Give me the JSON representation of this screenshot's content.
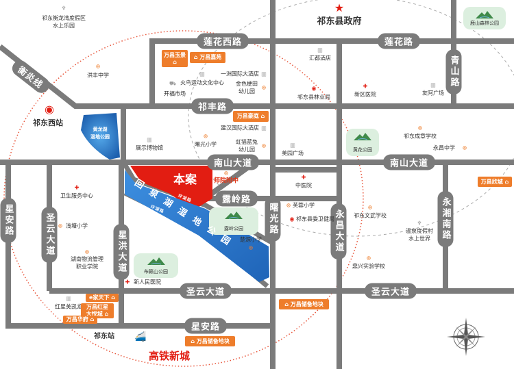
{
  "roads": [
    {
      "name": "莲花西路"
    },
    {
      "name": "莲花路"
    },
    {
      "name": "祁丰路"
    },
    {
      "name": "衡炎线"
    },
    {
      "name": "南山大道"
    },
    {
      "name": "南山大道"
    },
    {
      "name": "青山路"
    },
    {
      "name": "露岭路"
    },
    {
      "name": "曙光路"
    },
    {
      "name": "永昌大道"
    },
    {
      "name": "永湘南路"
    },
    {
      "name": "星安路"
    },
    {
      "name": "圣云大道"
    },
    {
      "name": "星洪大道"
    },
    {
      "name": "圣云大道"
    },
    {
      "name": "圣云大道"
    },
    {
      "name": "星安路"
    },
    {
      "name": "环湖路"
    },
    {
      "name": "环湖路"
    }
  ],
  "landmarks": {
    "government": "祁东县政府",
    "west_station": "祁东西站",
    "station": "祁东站",
    "project": "本案",
    "high_speed_new_city": "高铁新城",
    "lake_park": "回泉湖湿地公园",
    "wetland_left": "黄龙湖\n湿地公园"
  },
  "pois": [
    {
      "label": "祁东衡龙湾度假区\n水上乐园",
      "icon": "resort-icon"
    },
    {
      "label": "洪丰中学",
      "icon": "school-icon"
    },
    {
      "label": "开福市场",
      "icon": "cart-icon"
    },
    {
      "label": "火鸟运动文化中心",
      "icon": "building-icon"
    },
    {
      "label": "一洲国际大酒店",
      "icon": "building-icon"
    },
    {
      "label": "金色梗田\n幼儿园",
      "icon": "school-icon"
    },
    {
      "label": "展示博物馆",
      "icon": "building-icon"
    },
    {
      "label": "曙光小学",
      "icon": "school-icon"
    },
    {
      "label": "建汉国际大酒店",
      "icon": "building-icon"
    },
    {
      "label": "虹猫蓝兔\n幼儿园",
      "icon": "school-icon"
    },
    {
      "label": "汇都酒店",
      "icon": "building-icon"
    },
    {
      "label": "祁东县林业局",
      "icon": "government-icon"
    },
    {
      "label": "新区医院",
      "icon": "hospital-icon"
    },
    {
      "label": "友阿广场",
      "icon": "building-icon"
    },
    {
      "label": "祁东成章学校",
      "icon": "school-icon"
    },
    {
      "label": "永昌中学",
      "icon": "school-icon"
    },
    {
      "label": "美园广场",
      "icon": "building-icon"
    },
    {
      "label": "中医院",
      "icon": "hospital-icon"
    },
    {
      "label": "卫生服务中心",
      "icon": "hospital-icon"
    },
    {
      "label": "浅塘小学",
      "icon": "school-icon"
    },
    {
      "label": "湖南物流管理\n职业学院",
      "icon": "school-icon"
    },
    {
      "label": "新人民医院",
      "icon": "hospital-icon"
    },
    {
      "label": "红星美凯龙",
      "icon": "building-icon"
    },
    {
      "label": "师院附中",
      "icon": "school-icon"
    },
    {
      "label": "芙蓉小学",
      "icon": "school-icon"
    },
    {
      "label": "祁东县委卫健局",
      "icon": "government-icon"
    },
    {
      "label": "楚源小学",
      "icon": "school-icon"
    },
    {
      "label": "祁东文武学校",
      "icon": "school-icon"
    },
    {
      "label": "温泉度假村\n水上世界",
      "icon": "resort-icon"
    },
    {
      "label": "鼎兴实验学校",
      "icon": "school-icon"
    }
  ],
  "parks": [
    {
      "label": "鹿山森林公园"
    },
    {
      "label": "黄花公园"
    },
    {
      "label": "露岭公园"
    },
    {
      "label": "布籁山公园"
    }
  ],
  "projects": [
    {
      "label": "万昌玉景\n⌂"
    },
    {
      "label": "⌂ 万昌嘉苑"
    },
    {
      "label": "万昌豪庭 ⌂"
    },
    {
      "label": "万昌欣城 ⌂"
    },
    {
      "label": "⌂ 万昌储备地块"
    },
    {
      "label": "⌂ 万昌储备地块"
    },
    {
      "label": "e家天下 ⌂"
    },
    {
      "label": "万昌红星\n大悦城 ⌂"
    },
    {
      "label": "万昌华府 ⌂"
    }
  ],
  "colors": {
    "road": "#7b7b7b",
    "project": "#ee7d2b",
    "accent_red": "#e21d12",
    "lake": "#2f7fd0",
    "park": "#dcefdf"
  }
}
